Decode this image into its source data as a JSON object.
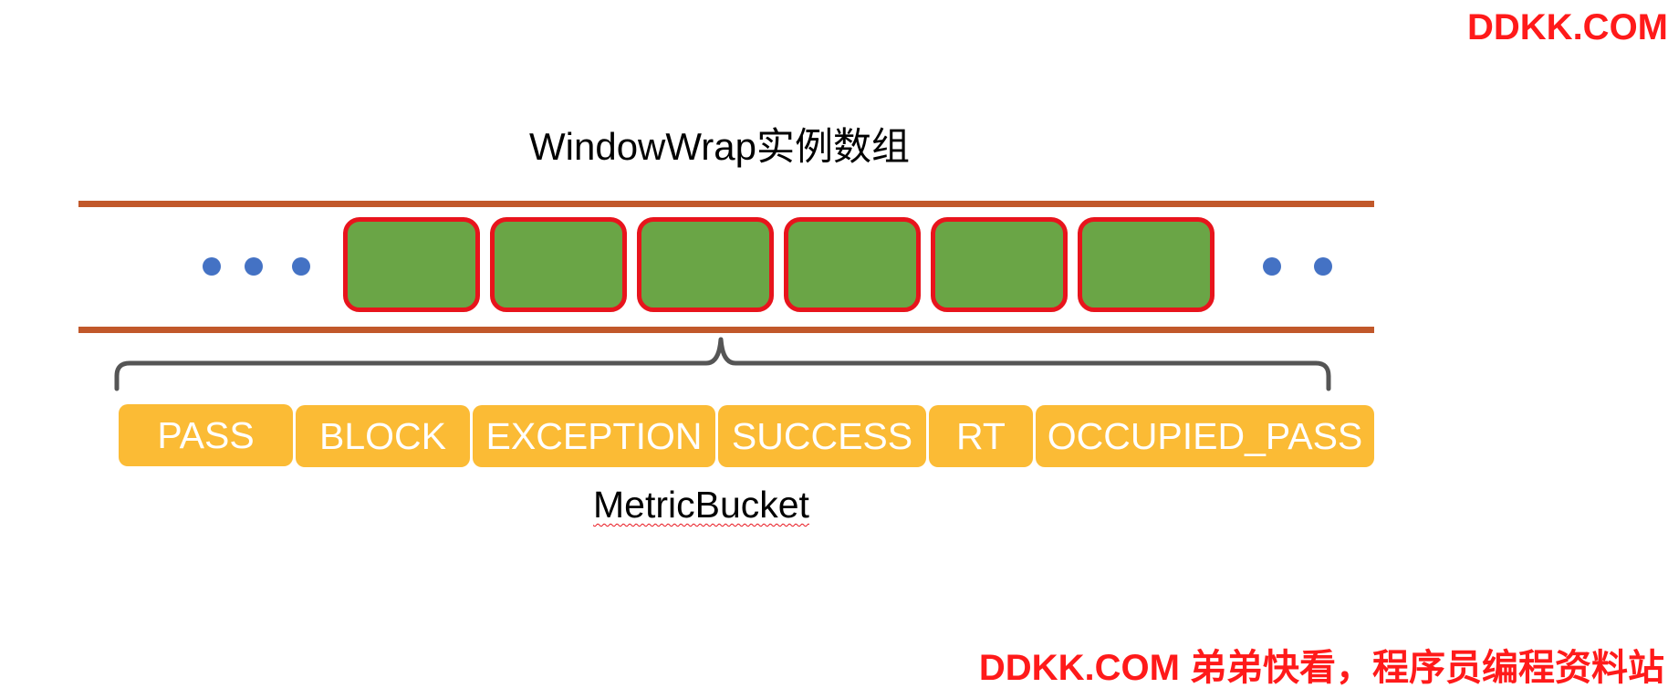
{
  "watermark": {
    "top": "DDKK.COM",
    "bottom": "DDKK.COM 弟弟快看，程序员编程资料站"
  },
  "diagram": {
    "array_title": "WindowWrap实例数组",
    "window_cells": 6,
    "leading_dots": 3,
    "trailing_dots": 2,
    "bucket_label": "MetricBucket",
    "buckets": [
      {
        "label": "PASS"
      },
      {
        "label": "BLOCK"
      },
      {
        "label": "EXCEPTION"
      },
      {
        "label": "SUCCESS"
      },
      {
        "label": "RT"
      },
      {
        "label": "OCCUPIED_PASS"
      }
    ]
  },
  "colors": {
    "rail": "#c1582a",
    "window_fill": "#6aa546",
    "window_border": "#e8141c",
    "dot": "#4472c4",
    "bucket_fill": "#fbbb35",
    "brace": "#555555",
    "watermark": "#ff1a1a"
  }
}
